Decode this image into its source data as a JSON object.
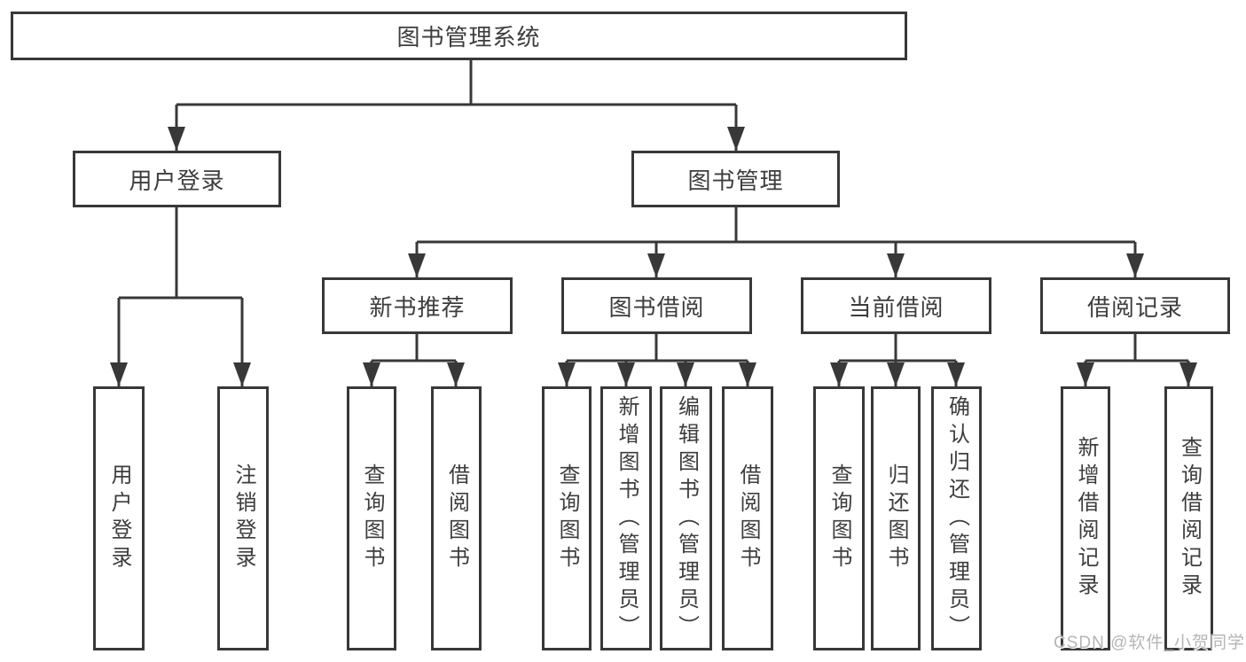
{
  "colors": {
    "line": "#383838",
    "text": "#3d3d3d",
    "watermark_text": "#b5b5b5",
    "background": "#ffffff"
  },
  "watermark": {
    "text": "CSDN @软件_小贺同学"
  },
  "tree": {
    "root": {
      "label": "图书管理系统"
    },
    "branches": [
      {
        "label": "用户登录",
        "children": [
          {
            "label": "用户登录"
          },
          {
            "label": "注销登录"
          }
        ]
      },
      {
        "label": "图书管理",
        "children": [
          {
            "label": "新书推荐",
            "children": [
              {
                "label": "查询图书"
              },
              {
                "label": "借阅图书"
              }
            ]
          },
          {
            "label": "图书借阅",
            "children": [
              {
                "label": "查询图书"
              },
              {
                "label": "新增图书（管理员）"
              },
              {
                "label": "编辑图书（管理员）"
              },
              {
                "label": "借阅图书"
              }
            ]
          },
          {
            "label": "当前借阅",
            "children": [
              {
                "label": "查询图书"
              },
              {
                "label": "归还图书"
              },
              {
                "label": "确认归还（管理员）"
              }
            ]
          },
          {
            "label": "借阅记录",
            "children": [
              {
                "label": "新增借阅记录"
              },
              {
                "label": "查询借阅记录"
              }
            ]
          }
        ]
      }
    ]
  }
}
